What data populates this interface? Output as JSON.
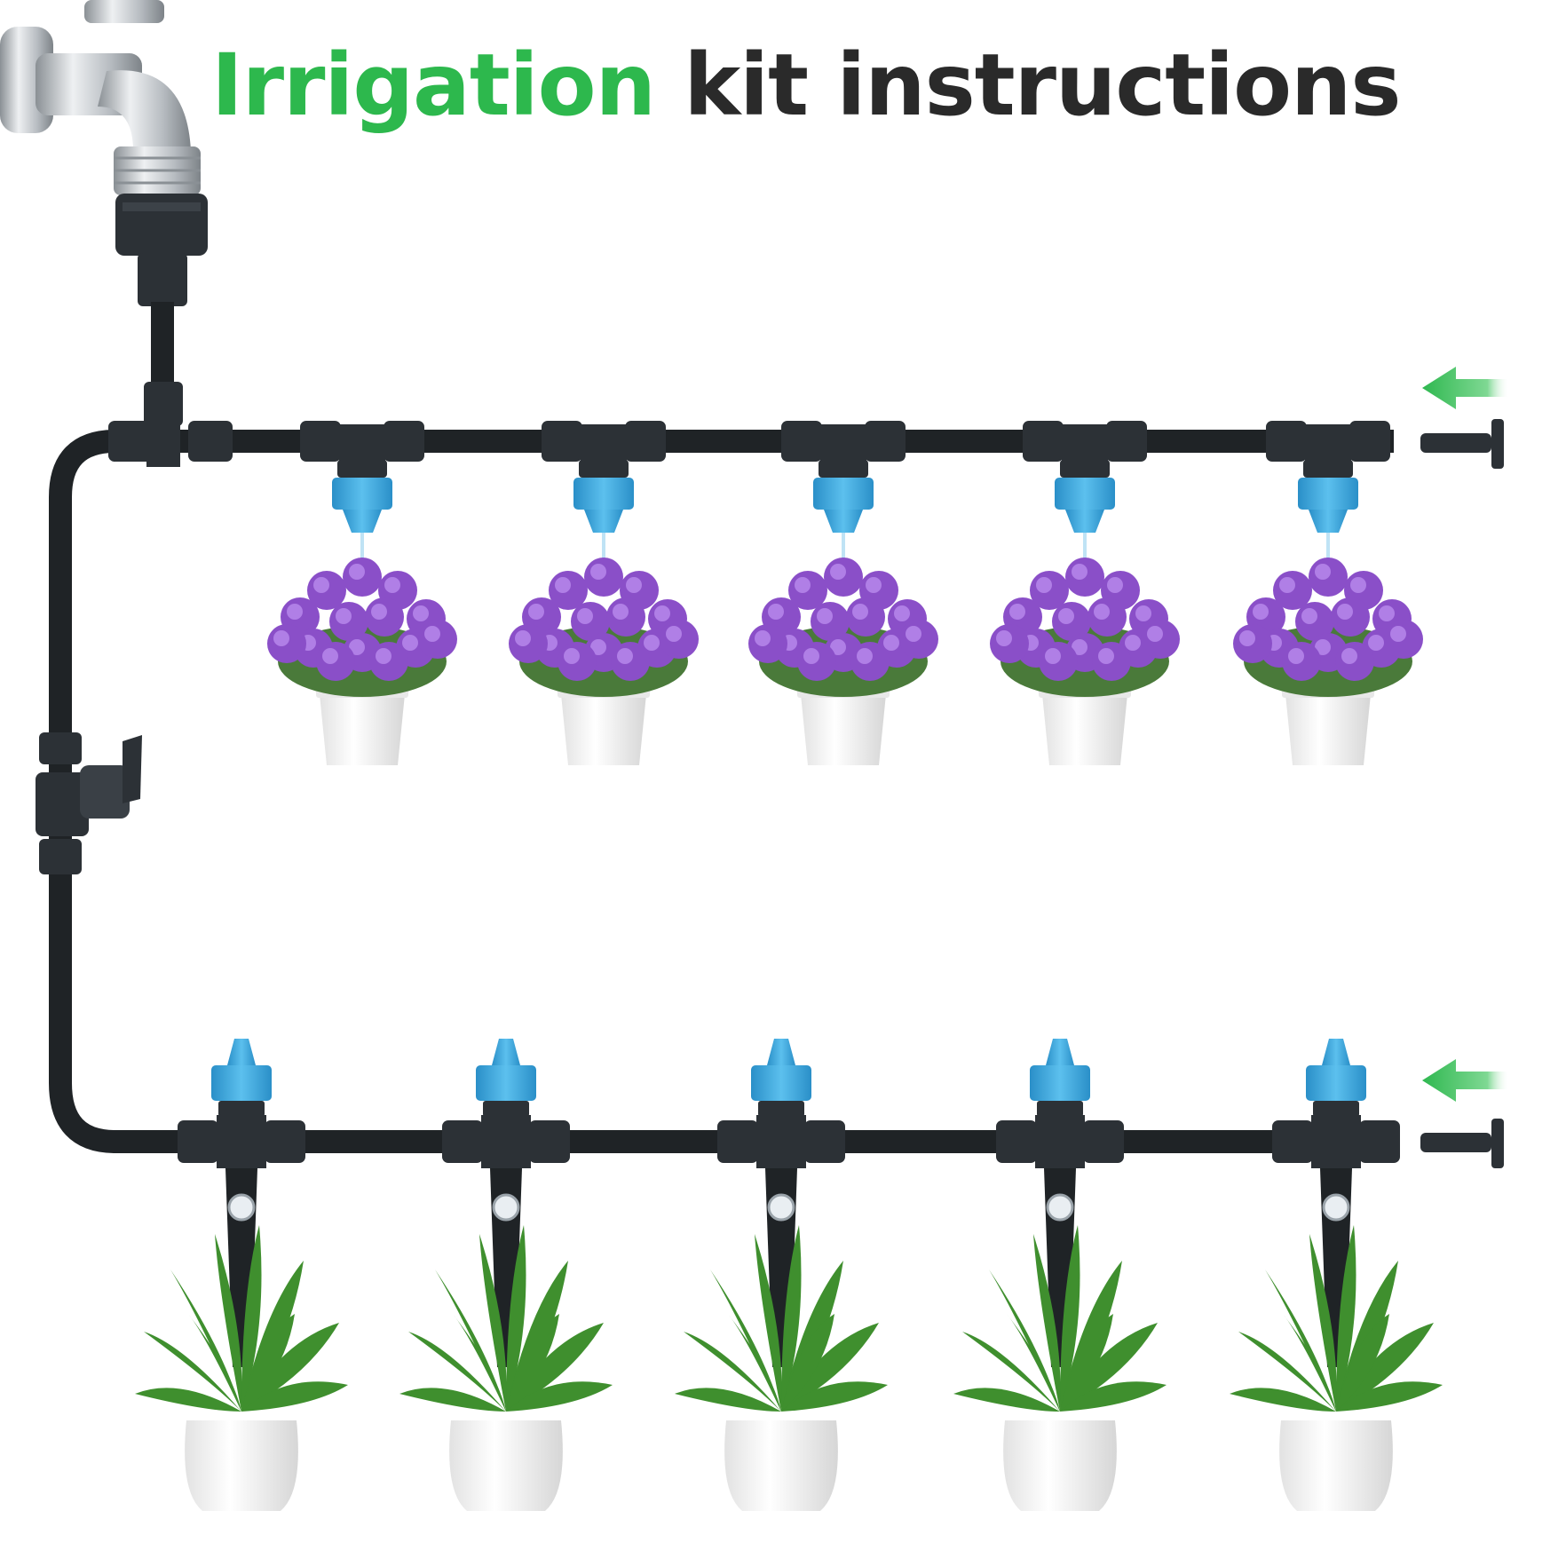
{
  "title": {
    "highlight": "Irrigation",
    "rest": "kit instructions"
  },
  "colors": {
    "title_highlight": "#2db84d",
    "title_text": "#2a2a2a",
    "pipe": "#1f2326",
    "fitting": "#2c3136",
    "emitter_blue": "#2f9fd8",
    "arrow_green": "#3cc060",
    "flower": "#8a4fc8",
    "leaf": "#3f8f2e",
    "pot": "#f4f4f4",
    "faucet": "#c9cdd1"
  },
  "icons": {
    "faucet": "faucet-icon",
    "valve": "ball-valve-icon",
    "arrow": "arrow-left-icon",
    "end_plug": "end-plug-icon",
    "hanging_emitter": "hanging-drip-emitter-icon",
    "stake_emitter": "stake-drip-emitter-icon",
    "flower_pot": "flower-pot-icon",
    "leaf_plant": "leaf-plant-icon"
  },
  "diagram": {
    "top_line_outlets": 5,
    "bottom_line_outlets": 5
  }
}
